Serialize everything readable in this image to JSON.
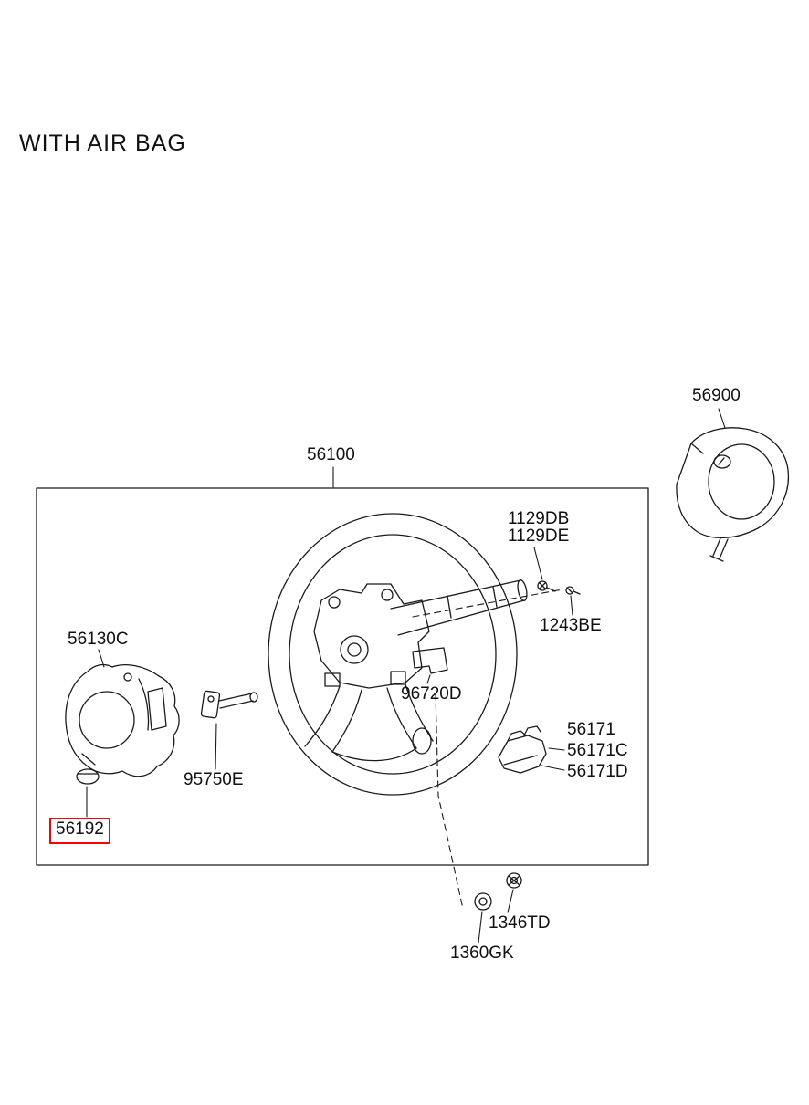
{
  "title": "WITH AIR BAG",
  "colors": {
    "highlight": "#ff0000",
    "line": "#1a1a1a"
  },
  "labels": {
    "assembly": "56100",
    "airbag_module": "56900",
    "screw_1": "1129DB",
    "screw_2": "1129DE",
    "bolt": "1243BE",
    "horn_contact": "96720D",
    "column_cover": "56130C",
    "key_sub_set": "95750E",
    "switch_1": "56171",
    "switch_2": "56171C",
    "switch_3": "56171D",
    "cap": "56192",
    "washer": "1346TD",
    "nut": "1360GK"
  }
}
